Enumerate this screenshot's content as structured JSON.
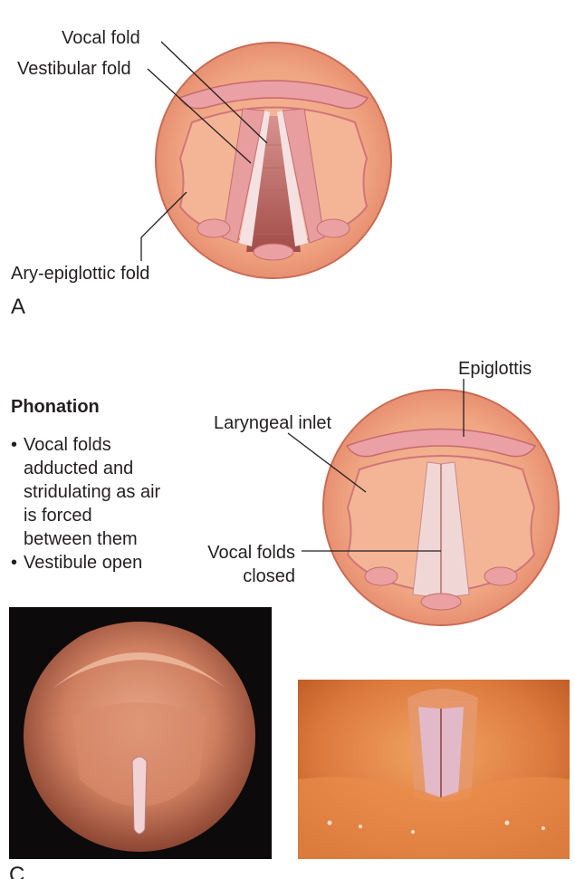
{
  "figure_a": {
    "panel_letter": "A",
    "labels": {
      "vocal_fold": "Vocal fold",
      "vestibular_fold": "Vestibular fold",
      "ary_epiglottic_fold": "Ary-epiglottic fold"
    }
  },
  "figure_b": {
    "heading": "Phonation",
    "bullets": [
      "Vocal folds adducted and stridulating as air is forced between them",
      "Vestibule open"
    ],
    "labels": {
      "epiglottis": "Epiglottis",
      "laryngeal_inlet": "Laryngeal inlet",
      "vocal_folds_closed": "Vocal folds closed"
    }
  },
  "figure_c": {
    "panel_letter": "C"
  },
  "colors": {
    "tissue": "#f0a582",
    "rim": "#e58c6d",
    "pink_fold": "#e8a3a6",
    "vocal_fold_white": "#f3dfdf",
    "airway": "#b45a55",
    "photo_bg": "#0c0a0b"
  }
}
